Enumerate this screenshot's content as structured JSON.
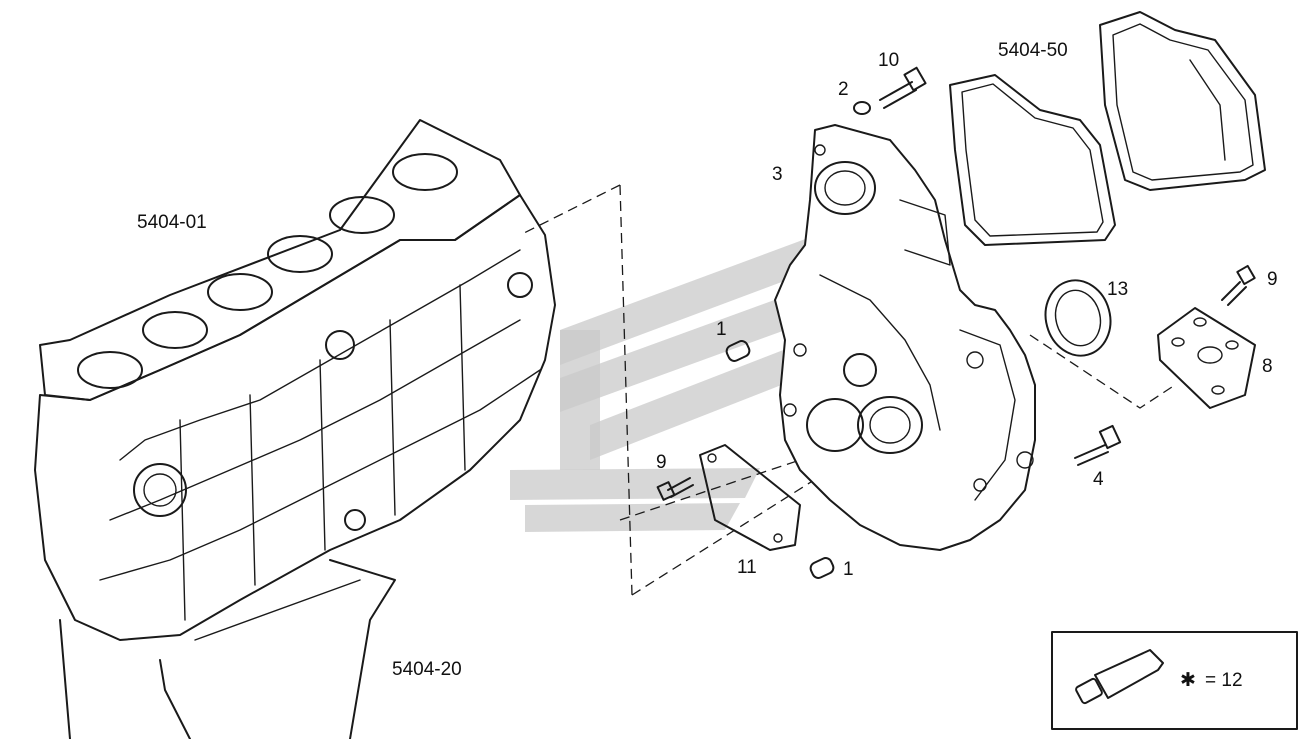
{
  "colors": {
    "line": "#1a1a1a",
    "watermark": "#c9c9c9",
    "background": "#ffffff"
  },
  "labels": {
    "block_group": "5404-01",
    "sump_group": "5404-20",
    "cover_group": "5404-50",
    "part_1a": "1",
    "part_1b": "1",
    "part_2": "2",
    "part_3": "3",
    "part_4": "4",
    "part_8": "8",
    "part_9a": "9",
    "part_9b": "9",
    "part_10": "10",
    "part_11": "11",
    "part_13": "13"
  },
  "legend": {
    "symbol": "✱",
    "text": "= 12",
    "icon": "sealant-tube-icon"
  }
}
